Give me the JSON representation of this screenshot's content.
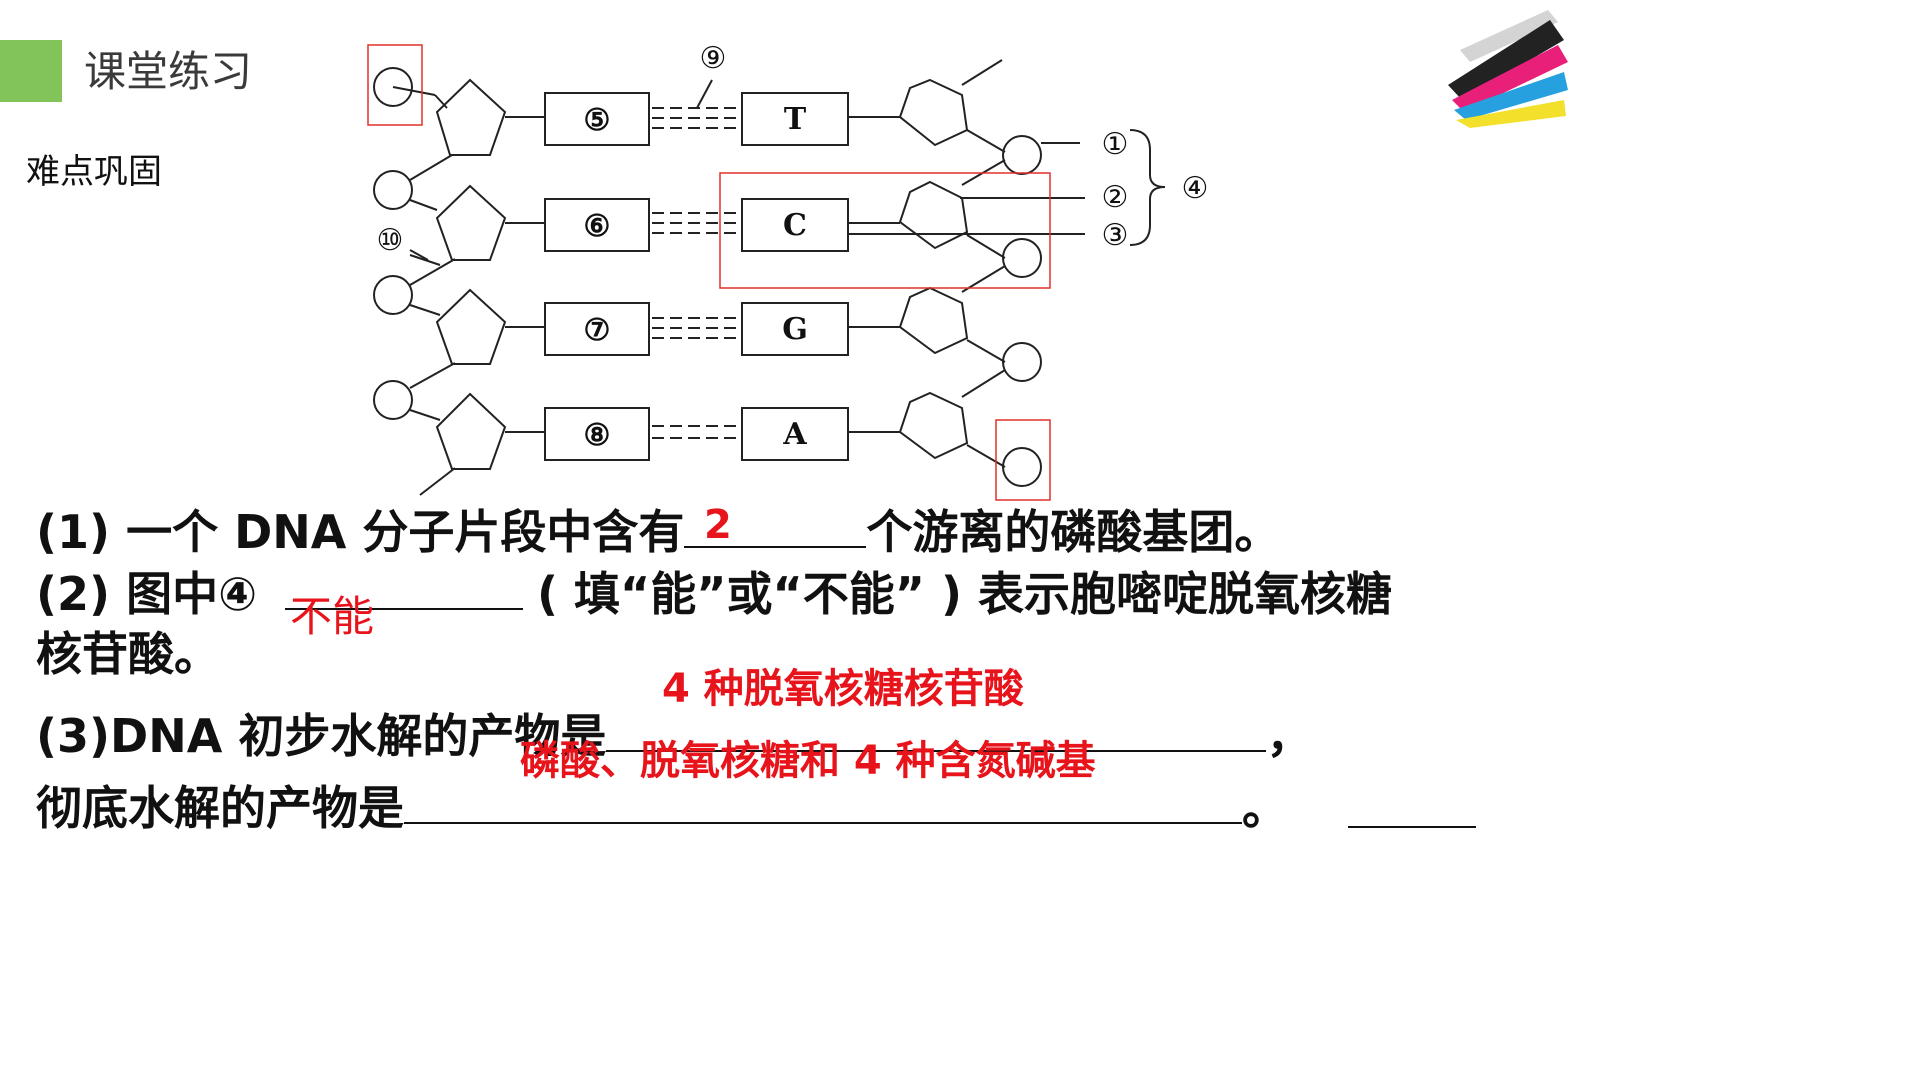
{
  "header": {
    "title": "课堂练习",
    "subtitle": "难点巩固"
  },
  "logo": {
    "icon": "colorful-brush-stroke-logo"
  },
  "diagram": {
    "bases_left": [
      "⑤",
      "⑥",
      "⑦",
      "⑧"
    ],
    "bases_right": [
      "T",
      "C",
      "G",
      "A"
    ],
    "labels": {
      "n1": "①",
      "n2": "②",
      "n3": "③",
      "n4": "④",
      "n9": "⑨",
      "n10": "⑩"
    },
    "colors": {
      "stroke": "#222222",
      "highlight": "#e0302a"
    }
  },
  "questions": {
    "q1": {
      "before": "(1) 一个 DNA 分子片段中含有",
      "after": "个游离的磷酸基团。"
    },
    "q2": {
      "before": "(2) 图中④",
      "after": "( 填“能”或“不能” ) 表示胞嘧啶脱氧核糖",
      "line2": "核苷酸。"
    },
    "q3": {
      "before": "(3)DNA 初步水解的产物是",
      "after": "，"
    },
    "q4": {
      "before": "彻底水解的产物是",
      "after": "。"
    }
  },
  "answers": {
    "a1": "2",
    "a2": "不能",
    "a3": "4 种脱氧核糖核苷酸",
    "a4": "磷酸、脱氧核糖和 4 种含氮碱基"
  },
  "colors": {
    "answer": "#e8141c",
    "accent_green": "#82c45a"
  }
}
